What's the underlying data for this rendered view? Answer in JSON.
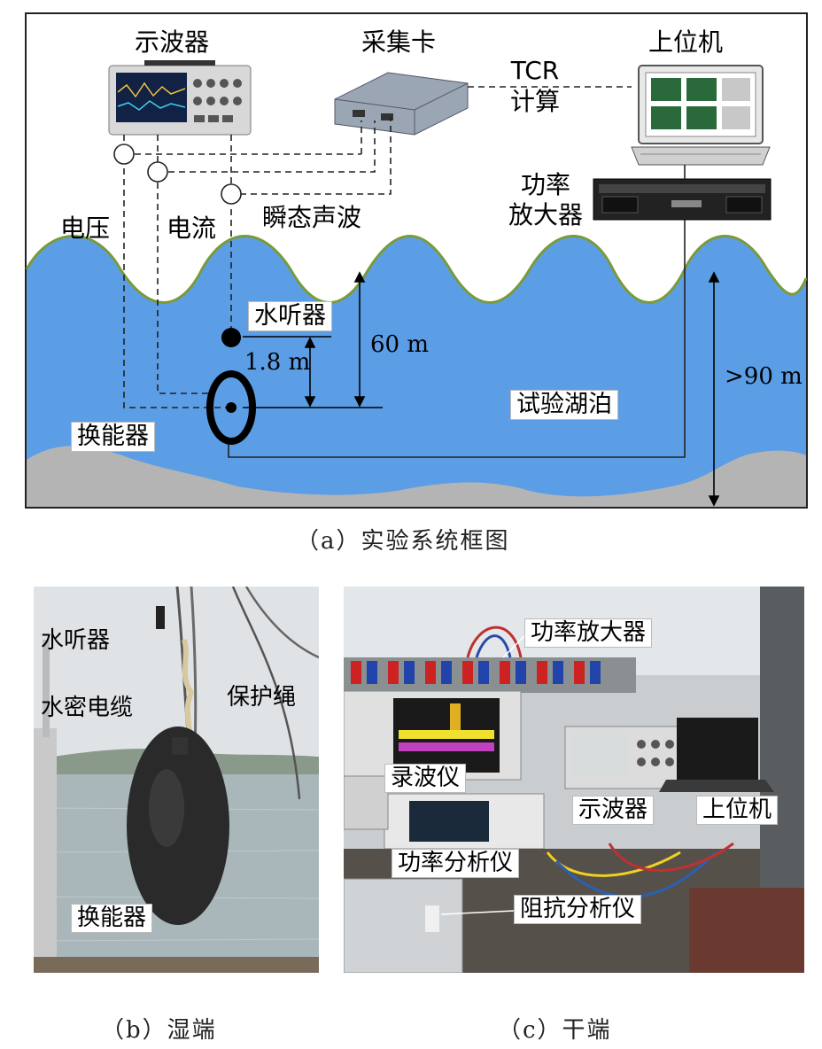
{
  "panel_a": {
    "devices": {
      "oscilloscope": "示波器",
      "daq_card": "采集卡",
      "host_pc": "上位机",
      "power_amplifier": "功率\n放大器",
      "tcr_calc": "TCR\n计算"
    },
    "signals": {
      "voltage": "电压",
      "current": "电流",
      "transient_wave": "瞬态声波"
    },
    "underwater": {
      "hydrophone": "水听器",
      "transducer": "换能器",
      "lake": "试验湖泊",
      "dist_hydrophone": "1.8 m",
      "depth_transducer": "60 m",
      "depth_lake": ">90 m"
    },
    "caption": "（a）实验系统框图",
    "colors": {
      "water": "#5b9ee6",
      "wave_line": "#7a9a3a",
      "lakebed": "#b4b4b4"
    }
  },
  "panel_b": {
    "labels": {
      "hydrophone": "水听器",
      "protect_rope": "保护绳",
      "watertight_cable": "水密电缆",
      "transducer": "换能器"
    },
    "caption": "（b）湿端"
  },
  "panel_c": {
    "labels": {
      "power_amplifier": "功率放大器",
      "recorder": "录波仪",
      "oscilloscope": "示波器",
      "host_pc": "上位机",
      "power_analyzer": "功率分析仪",
      "impedance_analyzer": "阻抗分析仪"
    },
    "caption": "（c）干端"
  }
}
